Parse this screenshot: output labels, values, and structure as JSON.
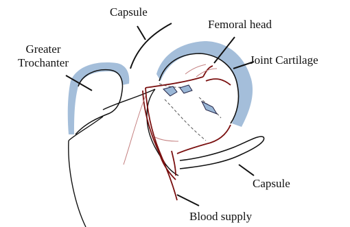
{
  "labels": {
    "capsule_top": "Capsule",
    "femoral_head": "Femoral head",
    "greater_trochanter_line1": "Greater",
    "greater_trochanter_line2": "Trochanter",
    "joint_cartilage": "Joint Cartilage",
    "capsule_bottom": "Capsule",
    "blood_supply": "Blood supply"
  },
  "colors": {
    "cartilage": "#9ab7d6",
    "outline": "#111111",
    "vessel_dark": "#7a1010",
    "vessel_light": "#c48080"
  }
}
